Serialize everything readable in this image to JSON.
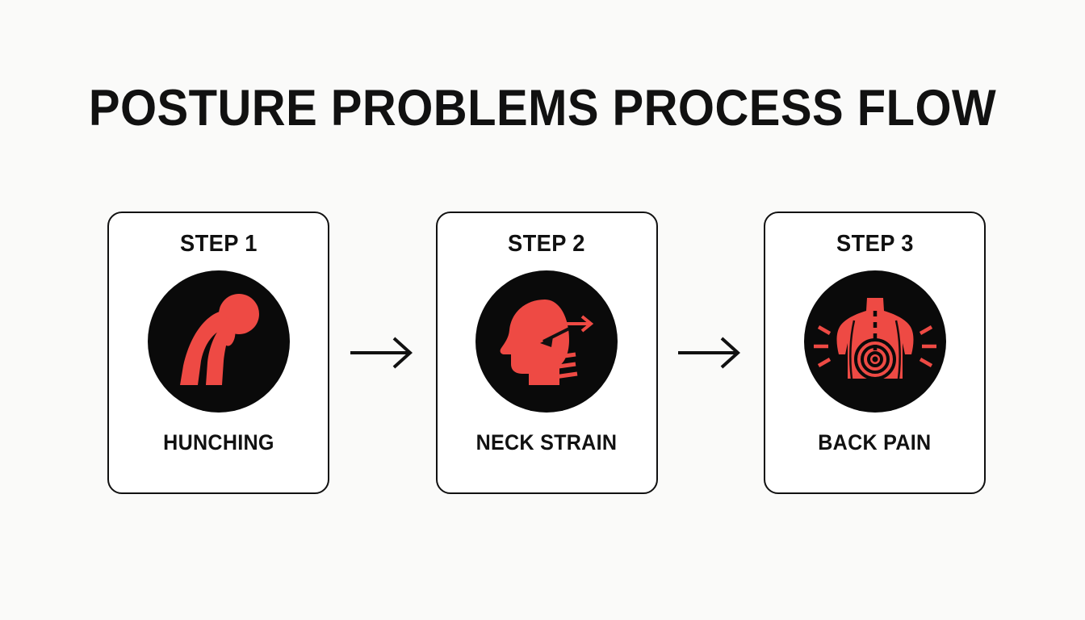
{
  "page": {
    "title": "POSTURE PROBLEMS PROCESS FLOW",
    "background_color": "#fafaf9",
    "accent_color": "#ee4a44",
    "ink_color": "#111111",
    "badge_color": "#0a0a0a"
  },
  "steps": [
    {
      "step_label": "STEP 1",
      "caption": "HUNCHING",
      "icon_name": "hunched-person-icon"
    },
    {
      "step_label": "STEP 2",
      "caption": "NECK STRAIN",
      "icon_name": "head-neck-strain-icon"
    },
    {
      "step_label": "STEP 3",
      "caption": "BACK PAIN",
      "icon_name": "back-pain-torso-icon"
    }
  ],
  "connectors": [
    {
      "icon_name": "arrow-right-icon",
      "from": "STEP 1",
      "to": "STEP 2"
    },
    {
      "icon_name": "arrow-right-icon",
      "from": "STEP 2",
      "to": "STEP 3"
    }
  ]
}
